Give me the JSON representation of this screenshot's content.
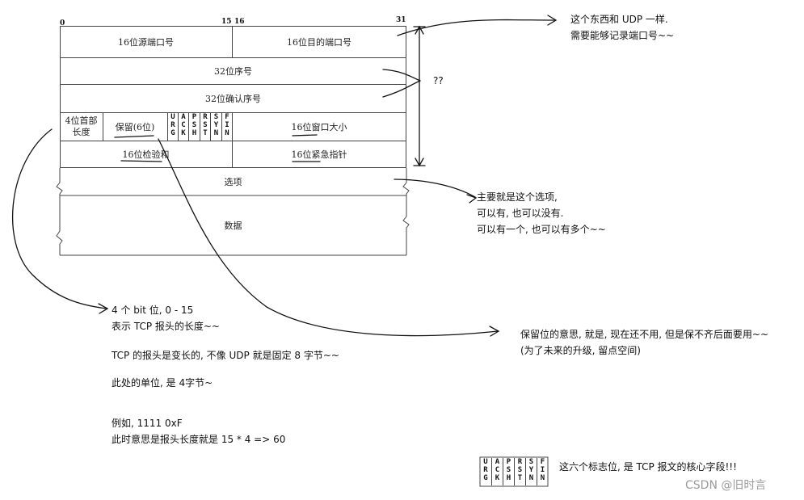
{
  "diagram": {
    "bit_labels": {
      "b0": "0",
      "b15": "15",
      "b16": "16",
      "b31": "31"
    },
    "fields": {
      "src_port": "16位源端口号",
      "dst_port": "16位目的端口号",
      "seq": "32位序号",
      "ack": "32位确认序号",
      "hdr_len_line1": "4位首部",
      "hdr_len_line2": "长度",
      "reserved": "保留(6位)",
      "window": "16位窗口大小",
      "checksum": "16位检验和",
      "urgent": "16位紧急指针",
      "options": "选项",
      "data": "数据"
    },
    "flags": [
      {
        "top": "U",
        "mid": "R",
        "bot": "G"
      },
      {
        "top": "A",
        "mid": "C",
        "bot": "K"
      },
      {
        "top": "P",
        "mid": "S",
        "bot": "H"
      },
      {
        "top": "R",
        "mid": "S",
        "bot": "T"
      },
      {
        "top": "S",
        "mid": "Y",
        "bot": "N"
      },
      {
        "top": "F",
        "mid": "I",
        "bot": "N"
      }
    ]
  },
  "notes": {
    "udp_note": [
      "这个东西和 UDP 一样.",
      "需要能够记录端口号~~"
    ],
    "question": "??",
    "options_note": [
      "主要就是这个选项,",
      "可以有, 也可以没有.",
      "可以有一个, 也可以有多个~~"
    ],
    "header_len_note": {
      "line1": "4 个 bit 位, 0 - 15",
      "line2": "表示 TCP 报头的长度~~",
      "line3": "TCP 的报头是变长的, 不像 UDP 就是固定 8 字节~~",
      "line4": "此处的单位, 是 4字节~",
      "line5": "例如, 1111 0xF",
      "line6": "此时意思是报头长度就是 15 * 4 => 60"
    },
    "reserved_note": [
      "保留位的意思, 就是, 现在还不用, 但是保不齐后面要用~~",
      "(为了未来的升级, 留点空间)"
    ],
    "flags_note": "这六个标志位, 是 TCP 报文的核心字段!!!"
  },
  "watermark": "CSDN @旧时言"
}
